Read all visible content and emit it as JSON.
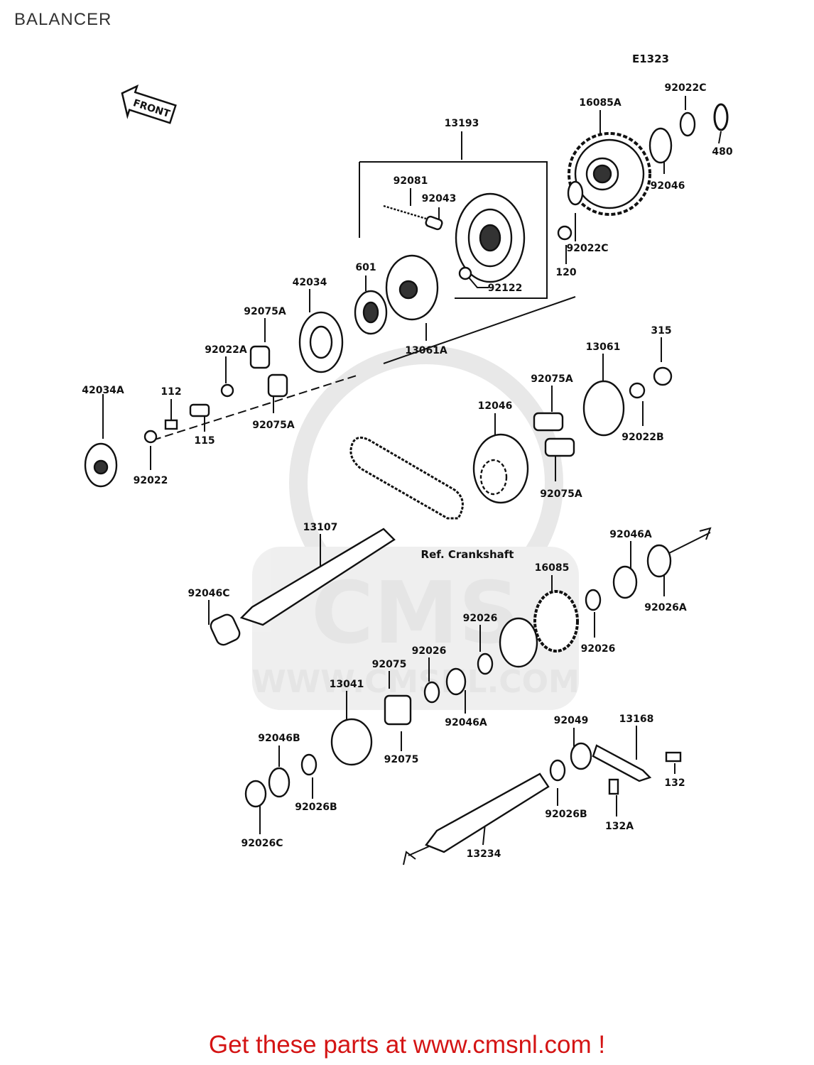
{
  "title": "BALANCER",
  "diagram_code": "E1323",
  "front_label": "FRONT",
  "ref_label": "Ref. Crankshaft",
  "watermark": {
    "brand": "CMS",
    "url": "WWW.CMSNL.COM"
  },
  "footer": "Get these parts at www.cmsnl.com !",
  "parts": {
    "p13193": "13193",
    "p16085A": "16085A",
    "p92022C_top": "92022C",
    "p480": "480",
    "p92081": "92081",
    "p92043": "92043",
    "p92046_top": "92046",
    "p92022C_mid": "92022C",
    "p120": "120",
    "p601": "601",
    "p92122": "92122",
    "p42034": "42034",
    "p92075A_a": "92075A",
    "p13061A": "13061A",
    "p92022A": "92022A",
    "p315": "315",
    "p13061": "13061",
    "p92075A_b": "92075A",
    "p42034A": "42034A",
    "p112": "112",
    "p92075A_c": "92075A",
    "p12046": "12046",
    "p92022B": "92022B",
    "p115": "115",
    "p92022": "92022",
    "p92075A_d": "92075A",
    "p13107": "13107",
    "p92046A_top": "92046A",
    "p16085": "16085",
    "p92046C": "92046C",
    "p92026A": "92026A",
    "p92026_a": "92026",
    "p92026_b": "92026",
    "p92026_c": "92026",
    "p92075_a": "92075",
    "p13041": "13041",
    "p92046A_bot": "92046A",
    "p92075_b": "92075",
    "p92049": "92049",
    "p13168": "13168",
    "p92046B": "92046B",
    "p132": "132",
    "p92026B_a": "92026B",
    "p92026B_b": "92026B",
    "p132A": "132A",
    "p92026C": "92026C",
    "p13234": "13234"
  }
}
